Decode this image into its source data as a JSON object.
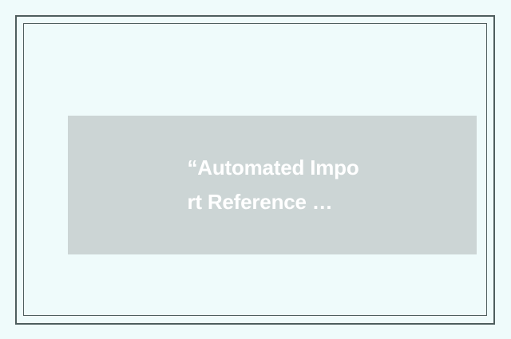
{
  "page": {
    "background_color": "#effbfb",
    "border_color": "#4e5e5e"
  },
  "placeholder": {
    "fill_color": "#ccd5d5",
    "text_color": "#ffffff",
    "caption_full": "“Automated Import Reference …",
    "caption_lines": [
      "“Automated Impo",
      "rt Reference …"
    ]
  }
}
